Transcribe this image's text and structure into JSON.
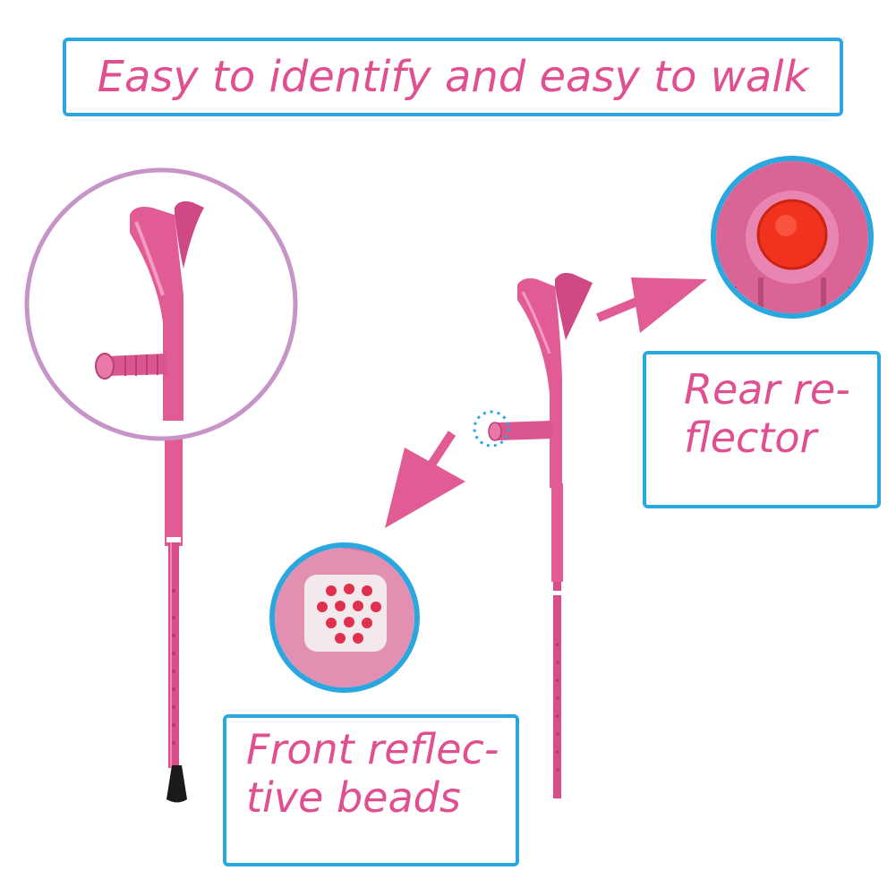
{
  "headline": "Easy to identify and easy to walk",
  "rear_label": {
    "line1": "Rear re-",
    "line2": "flector"
  },
  "front_label": {
    "line1": "Front reflec-",
    "line2": "tive beads"
  },
  "colors": {
    "crutch_pink": "#e15b95",
    "accent_text": "#e04f90",
    "box_border": "#2aa7de",
    "zoom_ring_purple": "#c794c8",
    "reflector_red": "#f0321e",
    "tip_black": "#1a1a1a"
  },
  "icons": [
    "crutch",
    "zoom-circle",
    "arrow",
    "rear-reflector",
    "front-reflective-beads"
  ]
}
